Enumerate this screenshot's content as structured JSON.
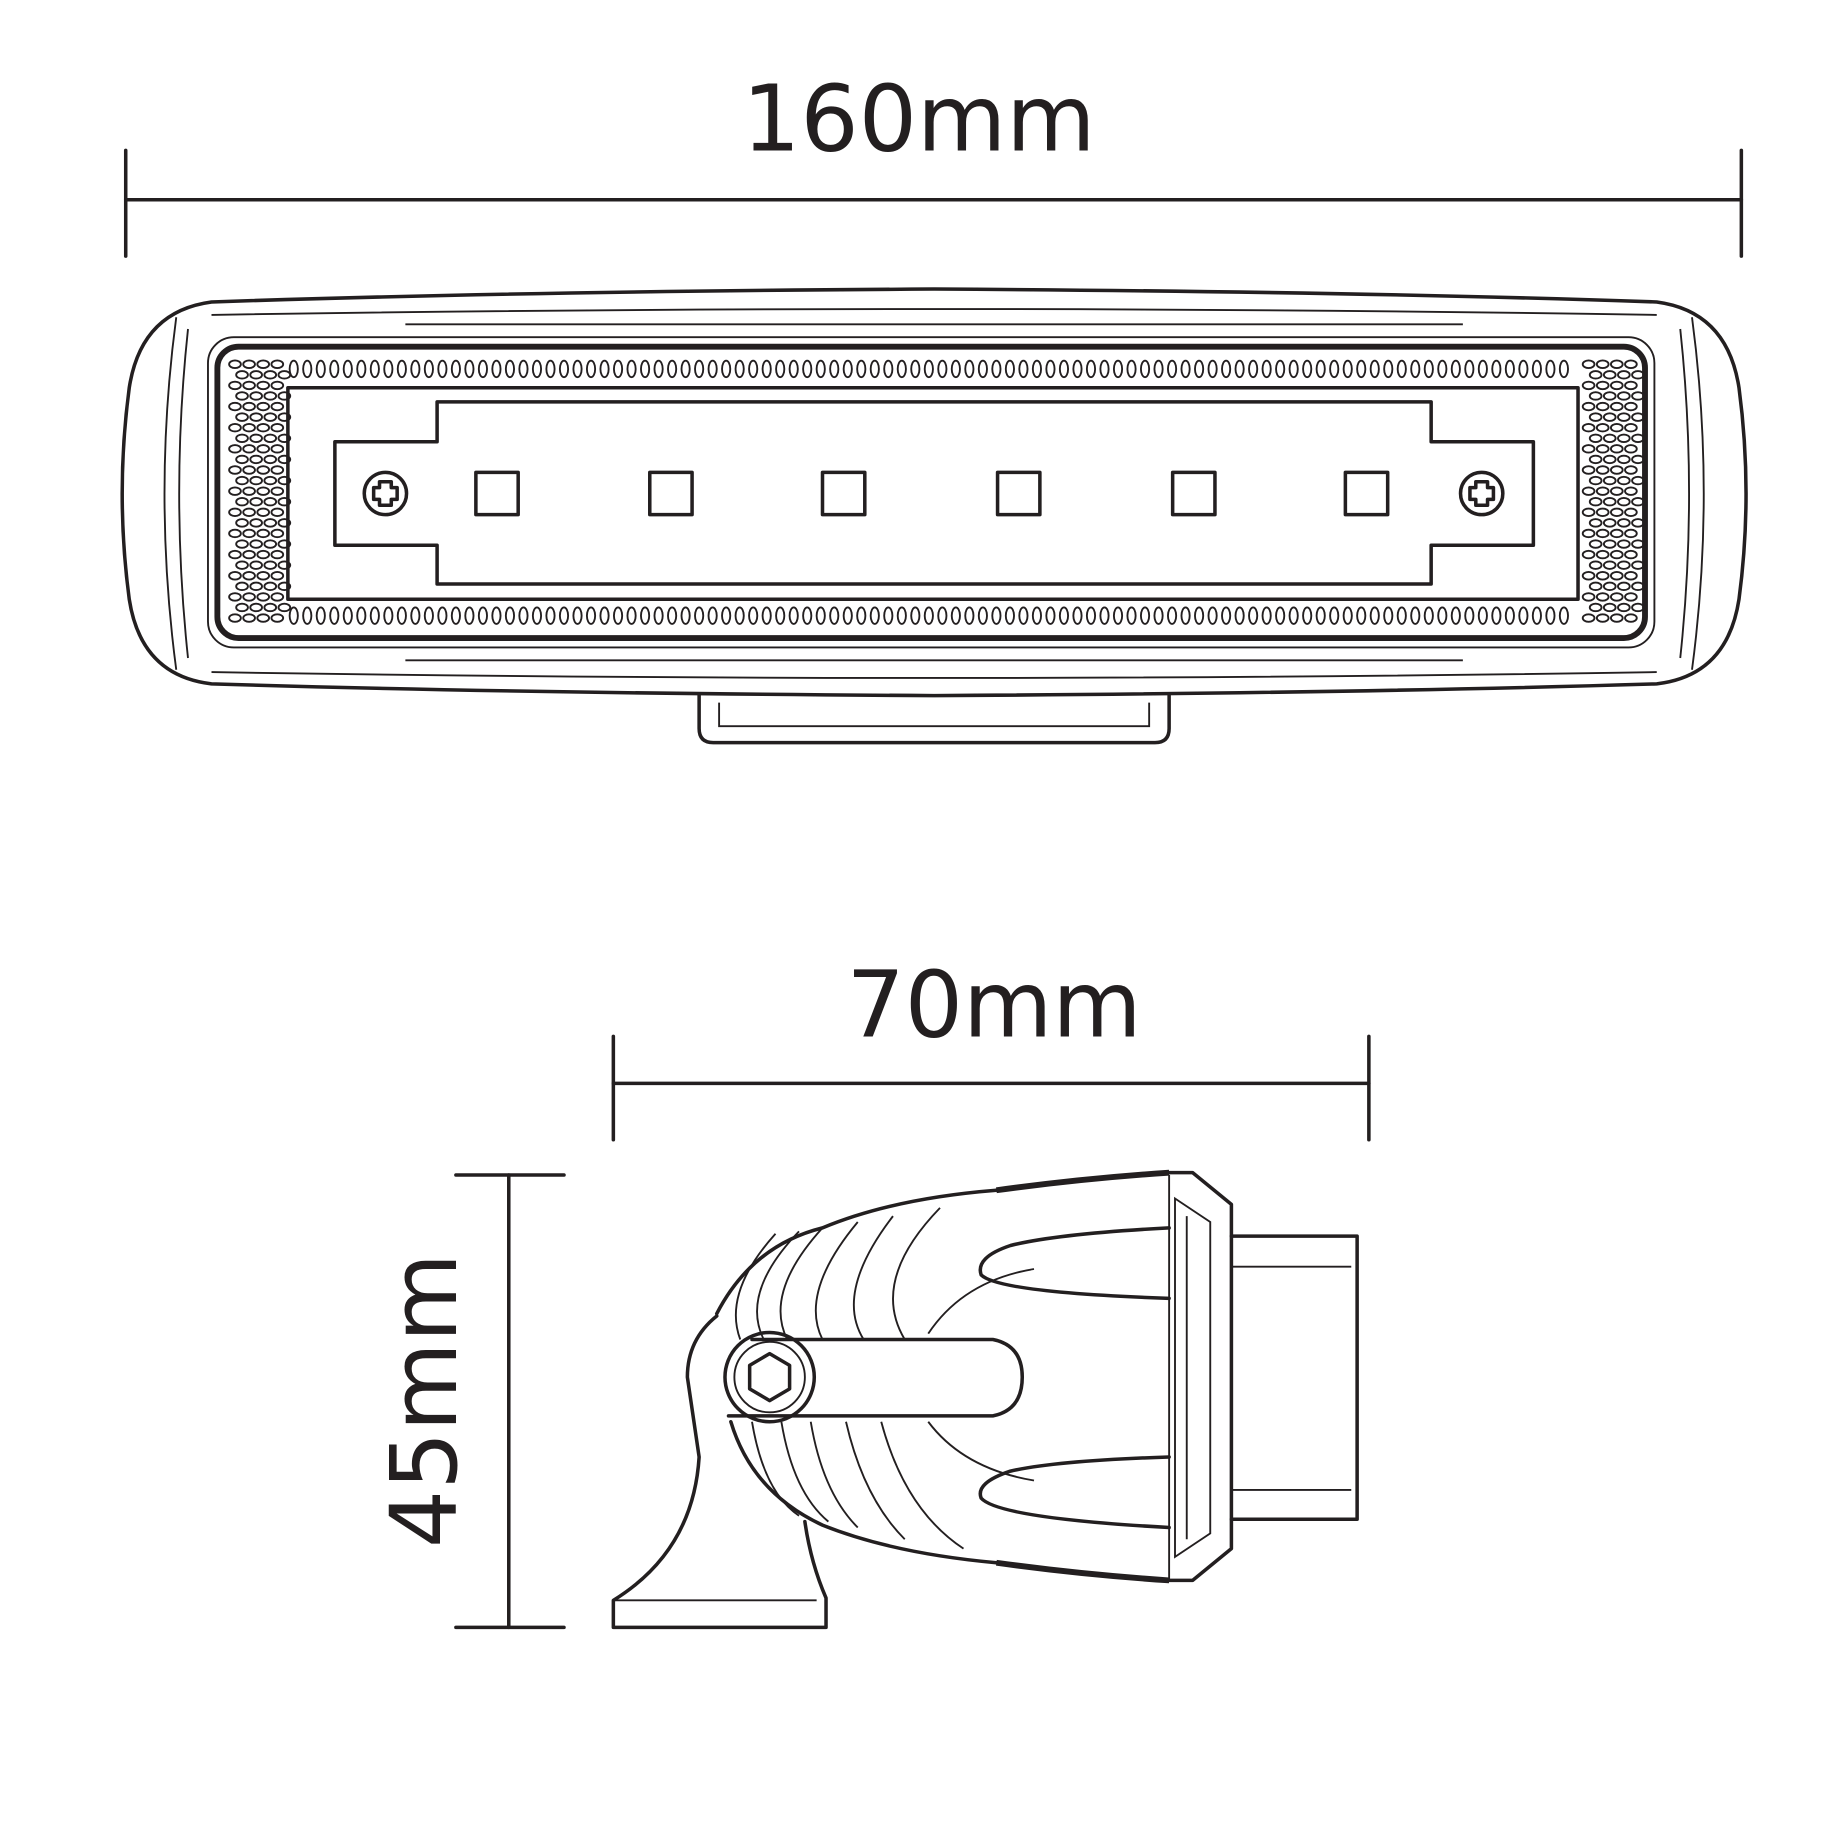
{
  "dimensions": {
    "length": "160mm",
    "depth": "70mm",
    "height": "45mm"
  },
  "front_view": {
    "led_count": 6
  },
  "colors": {
    "line": "#231f20",
    "background": "#ffffff"
  }
}
